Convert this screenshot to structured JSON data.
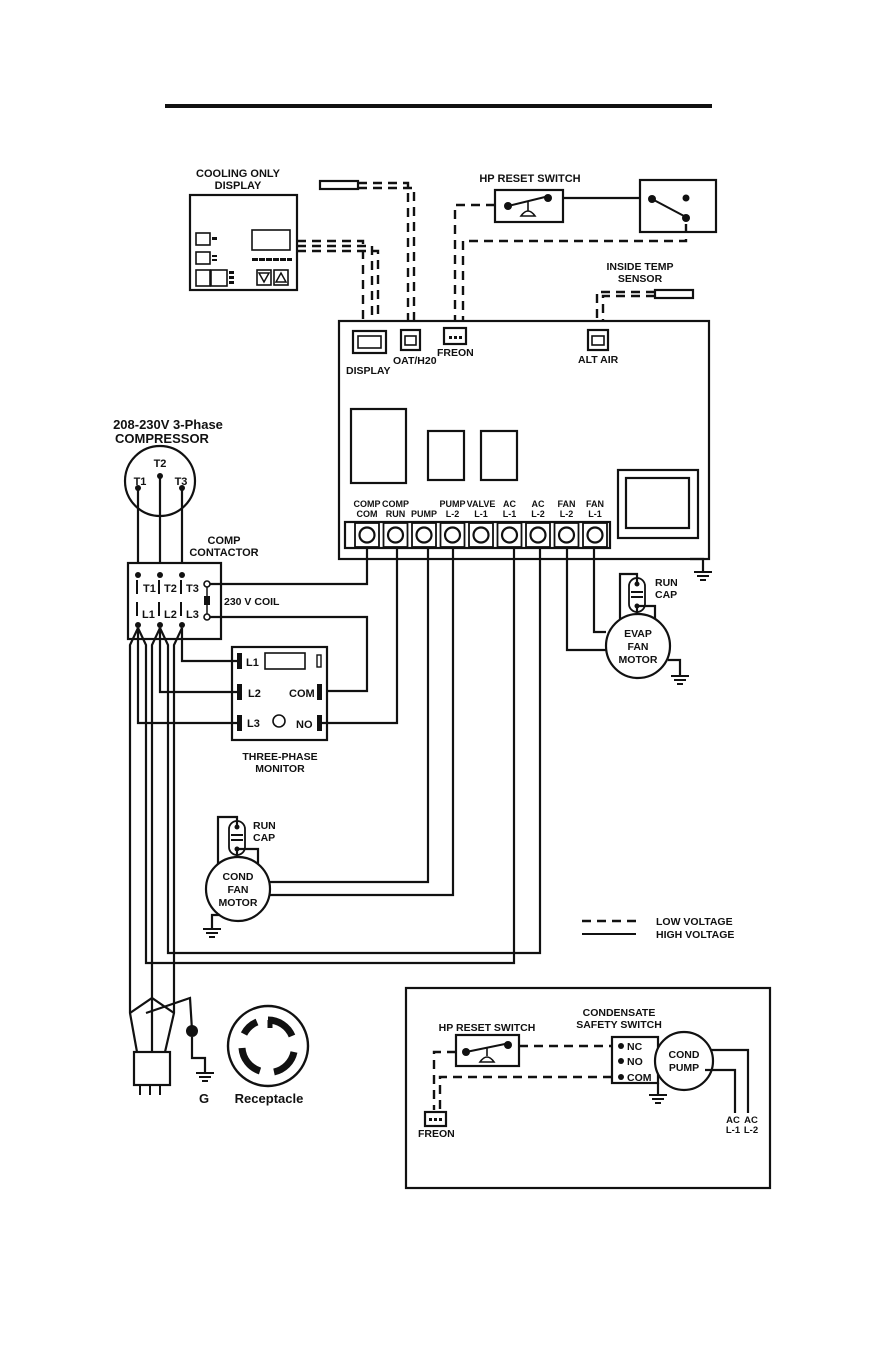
{
  "display_module": {
    "title_line1": "COOLING ONLY",
    "title_line2": "DISPLAY"
  },
  "hp_reset": {
    "label": "HP RESET SWITCH"
  },
  "inside_temp": {
    "line1": "INSIDE TEMP",
    "line2": "SENSOR"
  },
  "board": {
    "connectors": {
      "display": "DISPLAY",
      "oat": "OAT/H20",
      "freon": "FREON",
      "alt_air": "ALT AIR"
    },
    "terminals": [
      {
        "l1": "COMP",
        "l2": "COM"
      },
      {
        "l1": "COMP",
        "l2": "RUN"
      },
      {
        "l1": "",
        "l2": "PUMP"
      },
      {
        "l1": "PUMP",
        "l2": "L-2"
      },
      {
        "l1": "VALVE",
        "l2": "L-1"
      },
      {
        "l1": "AC",
        "l2": "L-1"
      },
      {
        "l1": "AC",
        "l2": "L-2"
      },
      {
        "l1": "FAN",
        "l2": "L-2"
      },
      {
        "l1": "FAN",
        "l2": "L-1"
      }
    ]
  },
  "compressor": {
    "line1": "208-230V   3-Phase",
    "line2": "COMPRESSOR",
    "t1": "T1",
    "t2": "T2",
    "t3": "T3"
  },
  "contactor": {
    "line1": "COMP",
    "line2": "CONTACTOR",
    "t1": "T1",
    "t2": "T2",
    "t3": "T3",
    "l1": "L1",
    "l2": "L2",
    "l3": "L3",
    "coil": "230 V  COIL"
  },
  "monitor": {
    "l1": "L1",
    "l2": "L2",
    "l3": "L3",
    "com": "COM",
    "no": "NO",
    "line1": "THREE-PHASE",
    "line2": "MONITOR"
  },
  "run_cap": {
    "line1": "RUN",
    "line2": "CAP"
  },
  "evap_motor": {
    "line1": "EVAP",
    "line2": "FAN",
    "line3": "MOTOR"
  },
  "cond_motor": {
    "line1": "COND",
    "line2": "FAN",
    "line3": "MOTOR"
  },
  "legend": {
    "low": "LOW VOLTAGE",
    "high": "HIGH VOLTAGE"
  },
  "ground_label": "G",
  "receptacle": "Receptacle",
  "inset": {
    "hp_reset": "HP RESET SWITCH",
    "cond_line1": "CONDENSATE",
    "cond_line2": "SAFETY SWITCH",
    "nc": "NC",
    "no": "NO",
    "com": "COM",
    "pump_line1": "COND",
    "pump_line2": "PUMP",
    "freon": "FREON",
    "acl1_a": "AC",
    "acl1_b": "L-1",
    "acl2_a": "AC",
    "acl2_b": "L-2"
  }
}
